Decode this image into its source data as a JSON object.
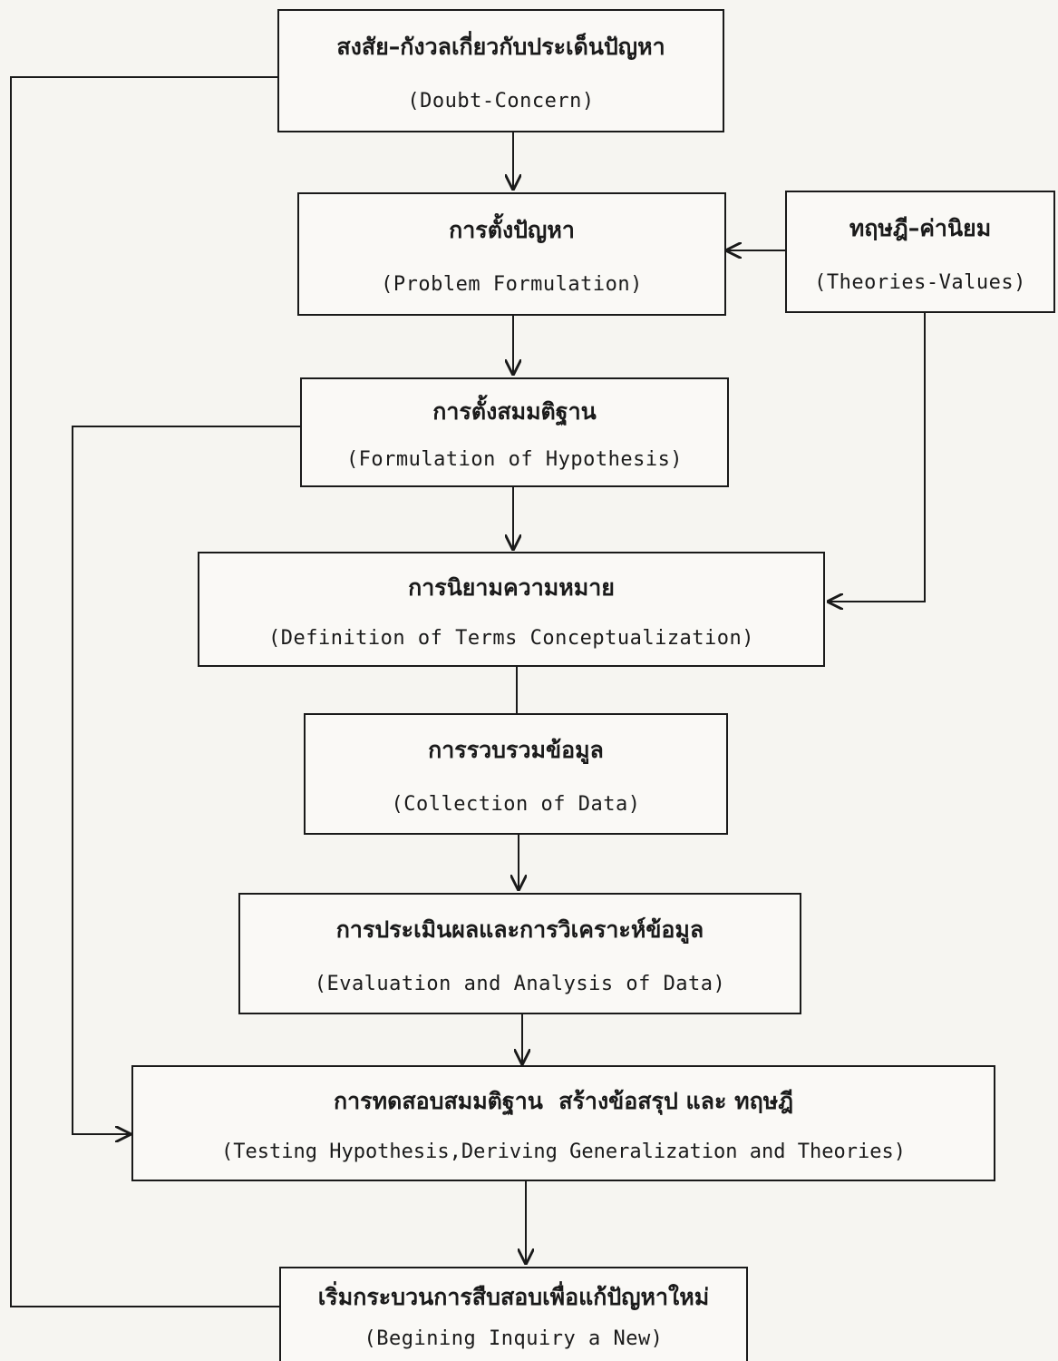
{
  "nodes": {
    "doubt": {
      "th": "สงสัย–กังวลเกี่ยวกับประเด็นปัญหา",
      "en": "(Doubt-Concern)"
    },
    "problem": {
      "th": "การตั้งปัญหา",
      "en": "(Problem Formulation)"
    },
    "theories": {
      "th": "ทฤษฎี–ค่านิยม",
      "en": "(Theories-Values)"
    },
    "hypothesis": {
      "th": "การตั้งสมมติฐาน",
      "en": "(Formulation of Hypothesis)"
    },
    "definition": {
      "th": "การนิยามความหมาย",
      "en": "(Definition of Terms Conceptualization)"
    },
    "collection": {
      "th": "การรวบรวมข้อมูล",
      "en": "(Collection of Data)"
    },
    "evaluation": {
      "th": "การประเมินผลและการวิเคราะห์ข้อมูล",
      "en": "(Evaluation and Analysis of Data)"
    },
    "testing": {
      "th": "การทดสอบสมมติฐาน  สร้างข้อสรุป และ ทฤษฎี",
      "en": "(Testing Hypothesis,Deriving Generalization and Theories)"
    },
    "new_inquiry": {
      "th": "เริ่มกระบวนการสืบสอบเพื่อแก้ปัญหาใหม่",
      "en": "(Begining Inquiry a New)"
    }
  },
  "colors": {
    "ink": "#1a1a1a",
    "paper": "#f6f5f1"
  }
}
